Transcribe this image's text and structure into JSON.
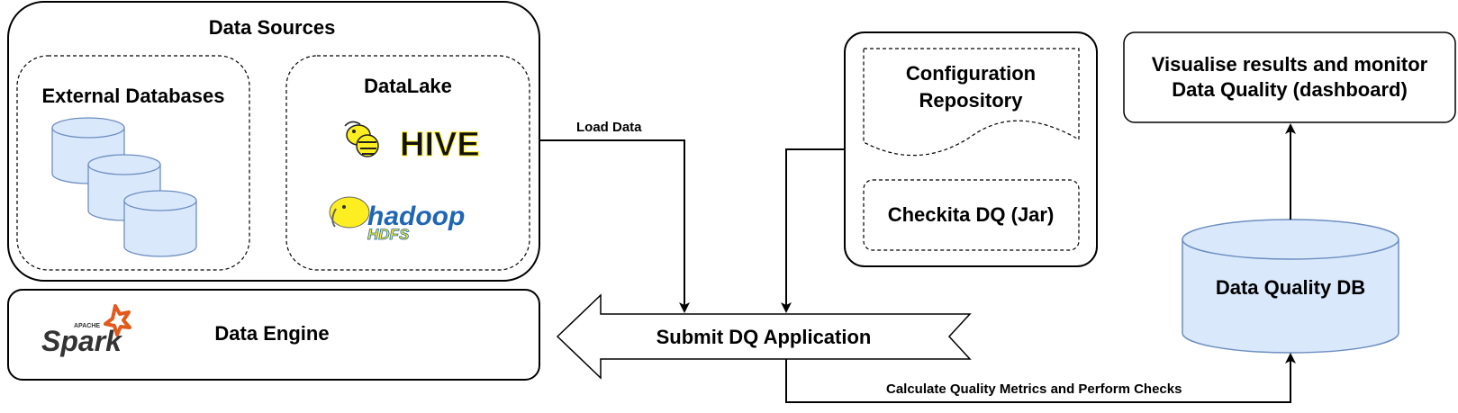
{
  "data_sources": {
    "title": "Data Sources",
    "external_databases": {
      "title": "External Databases",
      "db_icon": "database-cylinder-icon",
      "db_color": "#dae8fc"
    },
    "datalake": {
      "title": "DataLake",
      "hive_logo_text": "HIVE",
      "hadoop_logo_text": "hadoop",
      "hdfs_logo_text": "HDFS"
    }
  },
  "data_engine": {
    "label": "Data Engine",
    "spark_logo_apache": "APACHE",
    "spark_logo_text": "Spark"
  },
  "submit": {
    "label": "Submit DQ Application"
  },
  "edges": {
    "load_data": "Load Data",
    "calculate": "Calculate Quality Metrics and Perform Checks"
  },
  "app_bundle": {
    "config_repo": {
      "line1": "Configuration",
      "line2": "Repository"
    },
    "checkita": "Checkita DQ (Jar)"
  },
  "dashboard": {
    "line1": "Visualise results and monitor",
    "line2": "Data Quality (dashboard)"
  },
  "dq_db": {
    "label": "Data Quality DB",
    "color": "#dae8fc"
  },
  "colors": {
    "db_fill": "#dae8fc",
    "db_stroke": "#6c8ebf",
    "line": "#000000",
    "hive_yellow": "#fdee21",
    "hadoop_blue": "#1f66b3"
  }
}
